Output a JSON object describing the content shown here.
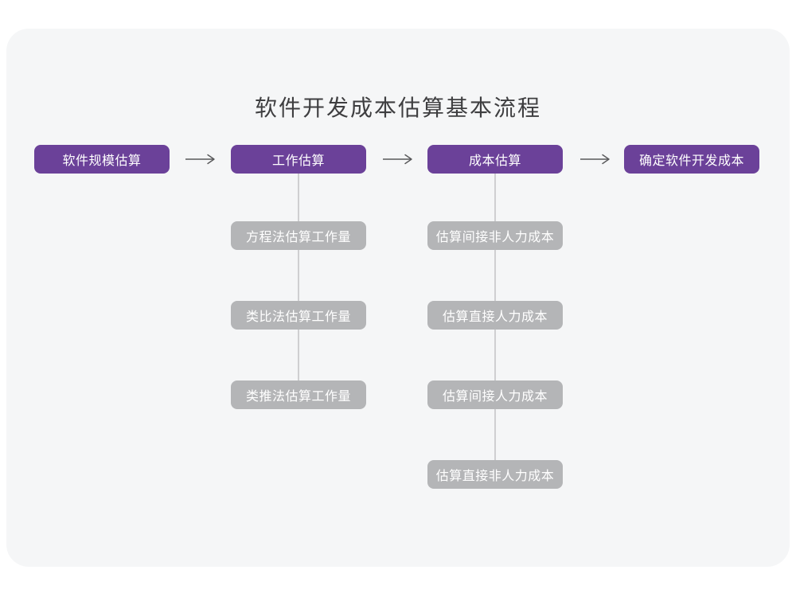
{
  "title": "软件开发成本估算基本流程",
  "colors": {
    "page_background": "#ffffff",
    "canvas_background": "#f5f6f7",
    "primary_node": "#6b4199",
    "secondary_node": "#b4b5b7",
    "connector_line": "#cfcfd1",
    "arrow": "#58585a",
    "title_text": "#3e3e40",
    "node_text": "#ffffff"
  },
  "flow": {
    "main_nodes": [
      {
        "label": "软件规模估算"
      },
      {
        "label": "工作估算"
      },
      {
        "label": "成本估算"
      },
      {
        "label": "确定软件开发成本"
      }
    ],
    "work_estimation_methods": [
      {
        "label": "方程法估算工作量"
      },
      {
        "label": "类比法估算工作量"
      },
      {
        "label": "类推法估算工作量"
      }
    ],
    "cost_estimation_steps": [
      {
        "label": "估算间接非人力成本"
      },
      {
        "label": "估算直接人力成本"
      },
      {
        "label": "估算间接人力成本"
      },
      {
        "label": "估算直接非人力成本"
      }
    ]
  }
}
